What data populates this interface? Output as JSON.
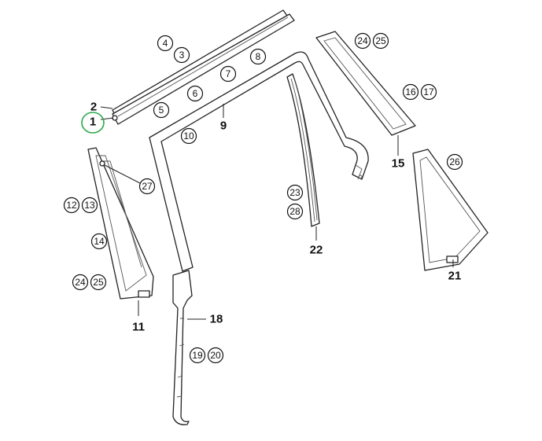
{
  "diagram": {
    "callouts": {
      "c1": "1",
      "c3": "3",
      "c4": "4",
      "c5": "5",
      "c6": "6",
      "c7": "7",
      "c8": "8",
      "c10": "10",
      "c12": "12",
      "c13": "13",
      "c14": "14",
      "c16": "16",
      "c17": "17",
      "c19": "19",
      "c20": "20",
      "c23": "23",
      "c24a": "24",
      "c25a": "25",
      "c24b": "24",
      "c25b": "25",
      "c26": "26",
      "c27": "27",
      "c28": "28"
    },
    "labels": {
      "l1": "1",
      "l2": "2",
      "l9": "9",
      "l11": "11",
      "l15": "15",
      "l18": "18",
      "l21": "21",
      "l22": "22"
    },
    "colors": {
      "highlight": "#2aa84a",
      "line": "#222222"
    }
  }
}
